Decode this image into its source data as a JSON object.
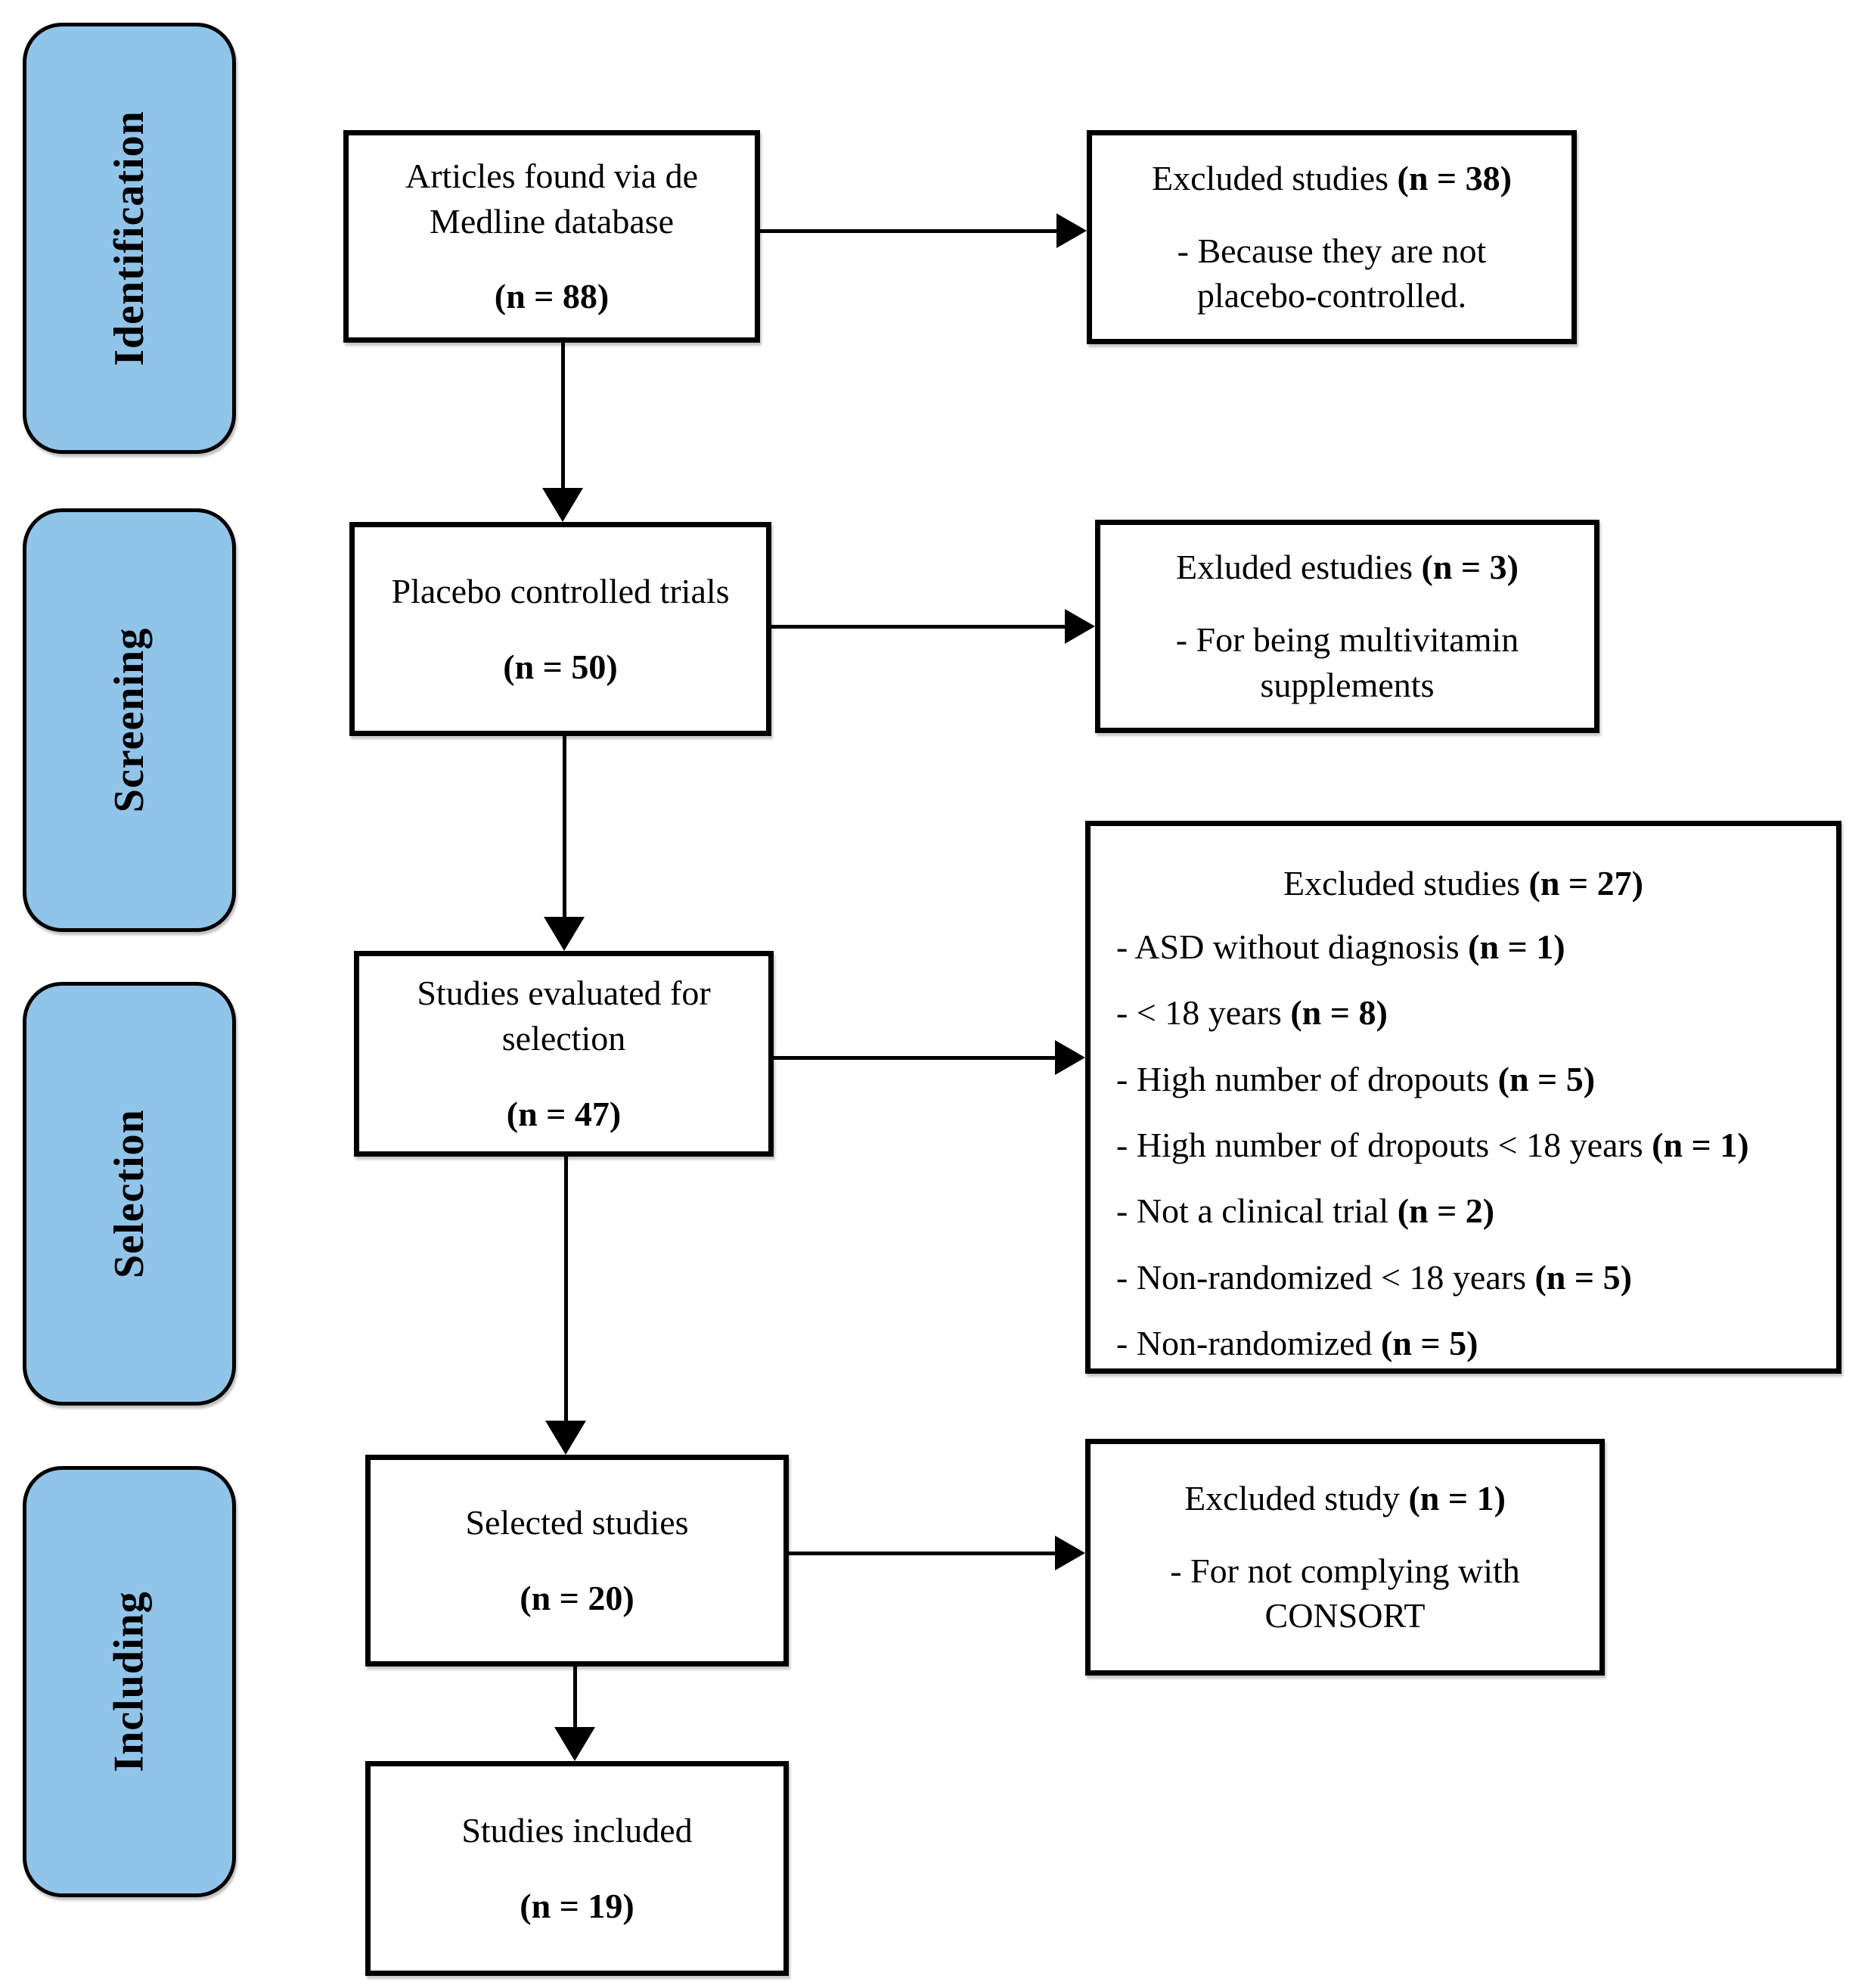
{
  "figure": {
    "type": "PRISMA-style study selection flow diagram",
    "colors": {
      "stage_fill": "#90C4E9",
      "box_fill": "#FFFFFF",
      "line": "#000000"
    }
  },
  "stages": [
    {
      "label": "Identification"
    },
    {
      "label": "Screening"
    },
    {
      "label": "Selection"
    },
    {
      "label": "Including"
    }
  ],
  "flow": [
    {
      "label": "Articles found via de Medline database",
      "n": "(n = 88)"
    },
    {
      "label": "Placebo controlled trials",
      "n": "(n = 50)"
    },
    {
      "label": "Studies evaluated for selection",
      "n": "(n = 47)"
    },
    {
      "label": "Selected studies",
      "n": "(n = 20)"
    },
    {
      "label": "Studies included",
      "n": "(n = 19)"
    }
  ],
  "exclusions": [
    {
      "title": "Excluded studies ",
      "n": "(n = 38)",
      "items": [
        {
          "text": "- Because they are not placebo-controlled."
        }
      ]
    },
    {
      "title": "Exluded estudies ",
      "n": "(n = 3)",
      "items": [
        {
          "text": "- For being multivitamin supplements"
        }
      ]
    },
    {
      "title": "Excluded studies ",
      "n": "(n = 27)",
      "items": [
        {
          "text": "- ASD without diagnosis ",
          "n": "(n = 1)"
        },
        {
          "text": "- < 18 years ",
          "n": "(n = 8)"
        },
        {
          "text": "- High number of dropouts ",
          "n": "(n = 5)"
        },
        {
          "text": "- High number of dropouts < 18 years ",
          "n": "(n = 1)"
        },
        {
          "text": "- Not a clinical trial ",
          "n": "(n = 2)"
        },
        {
          "text": "- Non-randomized < 18 years ",
          "n": "(n = 5)"
        },
        {
          "text": "- Non-randomized ",
          "n": "(n = 5)"
        }
      ]
    },
    {
      "title": "Excluded study ",
      "n": "(n = 1)",
      "items": [
        {
          "text": "- For not complying with CONSORT"
        }
      ]
    }
  ]
}
